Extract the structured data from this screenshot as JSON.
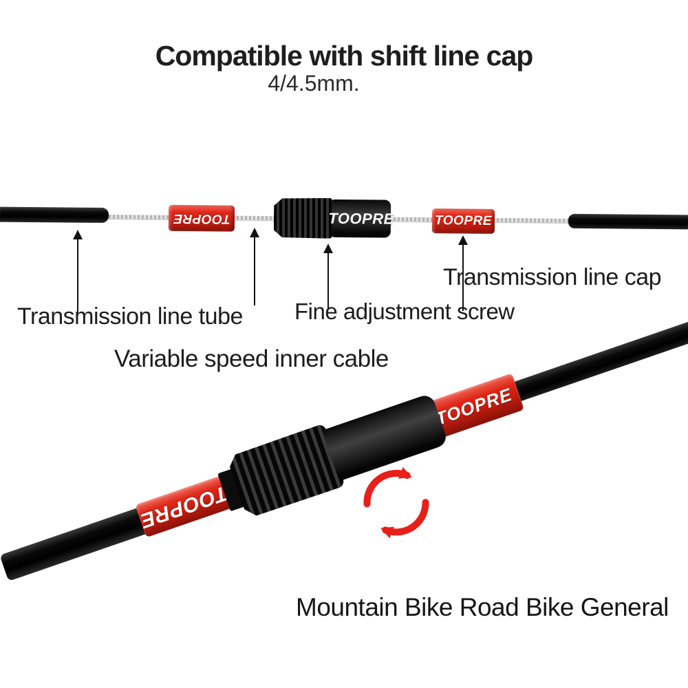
{
  "header": {
    "title": "Compatible with shift line cap",
    "subtitle": "4/4.5mm."
  },
  "callouts": {
    "transmission_line_tube": "Transmission line tube",
    "variable_speed_inner_cable": "Variable speed inner cable",
    "fine_adjustment_screw": "Fine adjustment screw",
    "transmission_line_cap": "Transmission line cap"
  },
  "footer": {
    "caption": "Mountain Bike Road Bike General"
  },
  "brand": "TOOPRE",
  "colors": {
    "background": "#ffffff",
    "text": "#1c1c1c",
    "cap_red": "#d9281a",
    "rotate_red": "#e8201a",
    "tube_black": "#0a0a0a",
    "cable_gray": "#c9c9c9",
    "brand_text": "#ffffff"
  },
  "icons": {
    "rotate_icon": "clockwise-rotation-arrows",
    "callout_pointer": "up-arrow"
  }
}
